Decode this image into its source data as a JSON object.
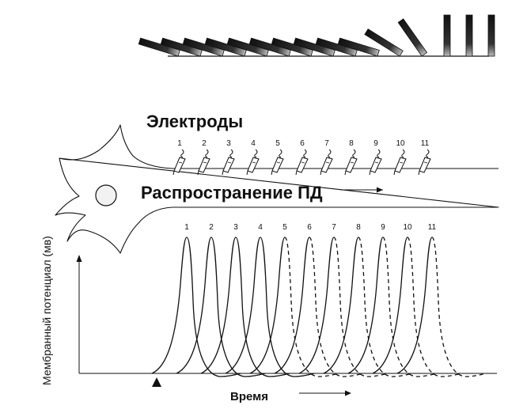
{
  "labels": {
    "electrodes": "Электроды",
    "propagation": "Распространение ПД",
    "y_axis": "Мембранный потенциал (мв)",
    "x_axis": "Время"
  },
  "electrode_numbers": [
    "1",
    "2",
    "3",
    "4",
    "5",
    "6",
    "7",
    "8",
    "9",
    "10",
    "11"
  ],
  "trace_numbers": [
    "1",
    "2",
    "3",
    "4",
    "5",
    "6",
    "7",
    "8",
    "9",
    "10",
    "11"
  ],
  "domino_count": 15,
  "colors": {
    "ink": "#111111",
    "background": "#ffffff"
  }
}
